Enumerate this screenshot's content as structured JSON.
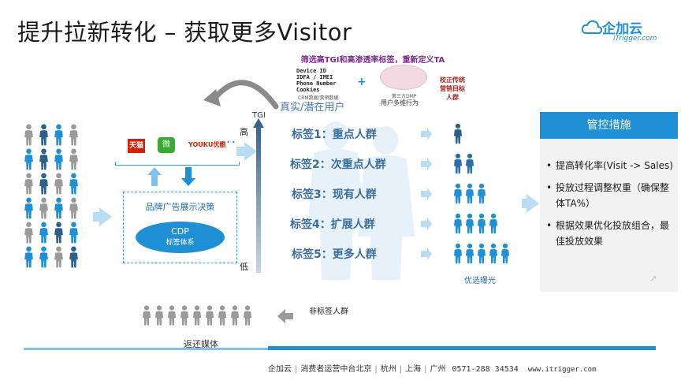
{
  "title": "提升拉新转化 – 获取更多Visitor",
  "logo": {
    "main": "企加云",
    "sub": "iTrigger.com"
  },
  "media": {
    "tmall": "天猫",
    "wechat": "微",
    "youku": "YOUKU优酷",
    "more": "···"
  },
  "decision": {
    "title": "品牌广告展示决策",
    "cdp": "CDP",
    "cdp_sub": "标签体系"
  },
  "axis": {
    "tgi": "TGI",
    "high": "高",
    "low": "低"
  },
  "filter_heading": "筛选高TGI和高渗透率标签，重新定义TA",
  "device_ids": [
    "Device ID",
    "IDFA / IMEI",
    "Phone Number",
    "Cookies"
  ],
  "device_note": "CRM数据/营销数据",
  "plus": "+",
  "user_cloud_sub": "第三方DMP",
  "user_behavior": "用户多维行为",
  "calibrate": [
    "校正传统",
    "营销目标",
    "人群"
  ],
  "real_users": "真实/潜在用户",
  "tags": [
    {
      "label": "标签1：重点人群",
      "count": 1
    },
    {
      "label": "标签2：次重点人群",
      "count": 2
    },
    {
      "label": "标签3：现有人群",
      "count": 3
    },
    {
      "label": "标签4：扩展人群",
      "count": 4
    },
    {
      "label": "标签5：更多人群",
      "count": 5
    }
  ],
  "preferred_exposure": "优选曝光",
  "panel": {
    "heading": "管控措施",
    "items": [
      "提高转化率(Visit -> Sales)",
      "投放过程调整权重（确保整体TA%）",
      "根据效果优化投放组合，最佳投放效果"
    ]
  },
  "non_label": "非标签人群",
  "return_media": "返还媒体",
  "footer": {
    "brand": "企加云",
    "desc": "消费者运营中台北京",
    "cities": [
      "杭州",
      "上海",
      "广州"
    ],
    "phone": "0571-288 34534",
    "url": "www.itrigger.com"
  },
  "colors": {
    "accent": "#1f8fd6",
    "dark_blue": "#2e5f8a",
    "gray_person": "#9a9a9a",
    "tag_text": "#3a6e9b",
    "purple": "#7b2a8d",
    "red": "#b0221f"
  }
}
